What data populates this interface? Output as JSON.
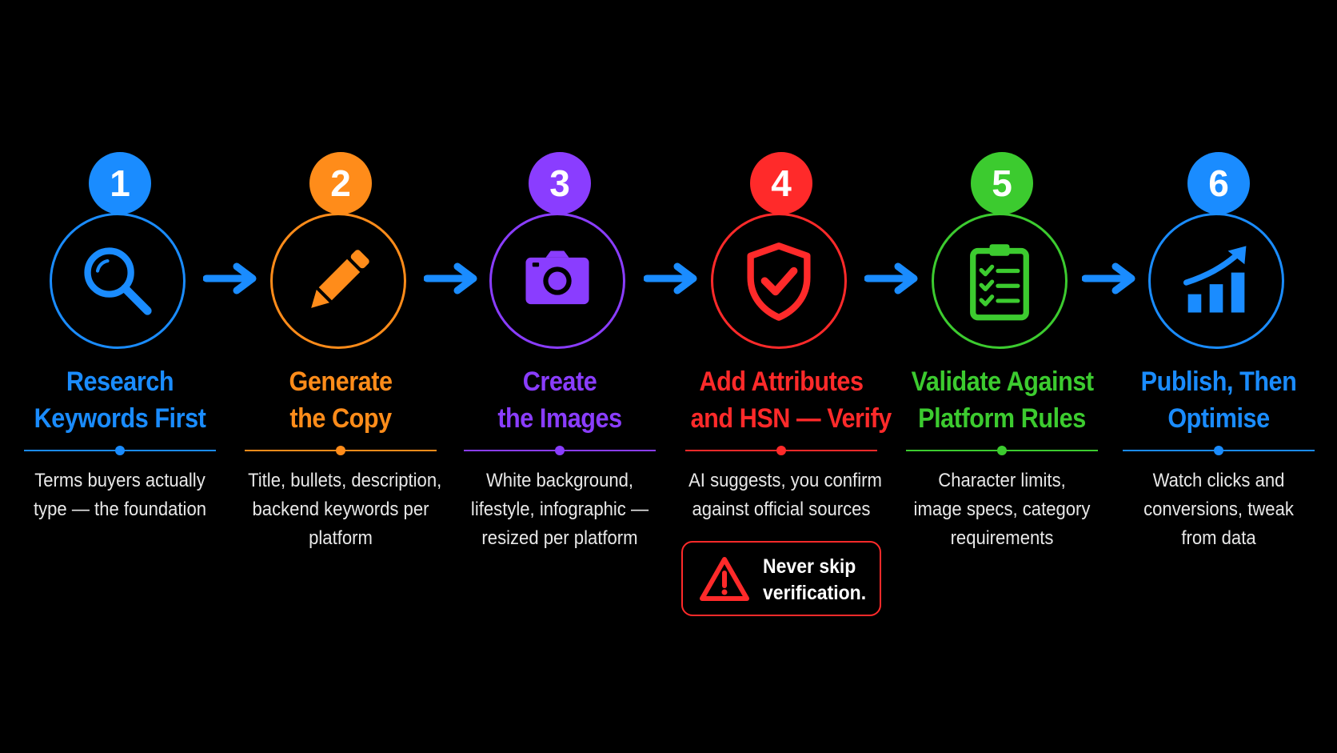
{
  "steps": [
    {
      "number": "1",
      "icon": "magnifier-icon",
      "color": "#1a8cff",
      "title": [
        "Research",
        "Keywords First"
      ],
      "description": [
        "Terms buyers actually",
        "type — the foundation"
      ]
    },
    {
      "number": "2",
      "icon": "pencil-icon",
      "color": "#ff8c1a",
      "title": [
        "Generate",
        "the Copy"
      ],
      "description": [
        "Title, bullets, description,",
        "backend keywords per",
        "platform"
      ]
    },
    {
      "number": "3",
      "icon": "camera-icon",
      "color": "#8a3dff",
      "title": [
        "Create",
        "the Images"
      ],
      "description": [
        "White background,",
        "lifestyle, infographic —",
        "resized per platform"
      ]
    },
    {
      "number": "4",
      "icon": "shield-check-icon",
      "color": "#ff2a2a",
      "title": [
        "Add Attributes",
        "and HSN — Verify"
      ],
      "description": [
        "AI suggests, you confirm",
        "against official sources"
      ]
    },
    {
      "number": "5",
      "icon": "clipboard-checklist-icon",
      "color": "#3ccb2f",
      "title": [
        "Validate Against",
        "Platform Rules"
      ],
      "description": [
        "Character limits,",
        "image specs, category",
        "requirements"
      ]
    },
    {
      "number": "6",
      "icon": "growth-chart-icon",
      "color": "#1a8cff",
      "title": [
        "Publish, Then",
        "Optimise"
      ],
      "description": [
        "Watch clicks and",
        "conversions, tweak",
        "from data"
      ]
    }
  ],
  "connector": {
    "icon": "arrow-right-icon",
    "color": "#1a8cff"
  },
  "warning": {
    "icon": "warning-triangle-icon",
    "color": "#ff2a2a",
    "text": [
      "Never skip",
      "verification."
    ]
  }
}
